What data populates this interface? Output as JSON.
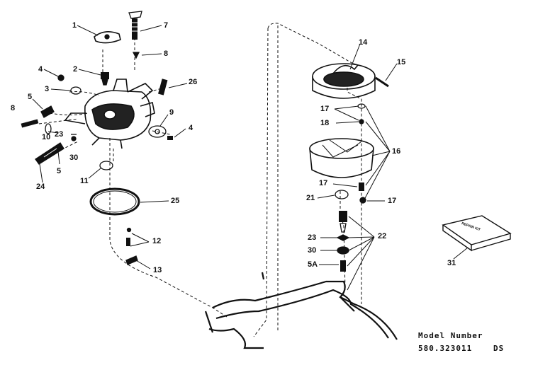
{
  "labels": {
    "p1": "1",
    "p7": "7",
    "p8": "8",
    "p4a": "4",
    "p2": "2",
    "p26": "26",
    "p3": "3",
    "p5a": "5",
    "p8b": "8",
    "p9": "9",
    "p4b": "4",
    "p10": "10",
    "p23a": "23",
    "p30a": "30",
    "p5b": "5",
    "p24": "24",
    "p11": "11",
    "p25": "25",
    "p12": "12",
    "p13": "13",
    "p14": "14",
    "p15": "15",
    "p17a": "17",
    "p18": "18",
    "p16": "16",
    "p17b": "17",
    "p17c": "17",
    "p21": "21",
    "p22": "22",
    "p23b": "23",
    "p30b": "30",
    "p5A": "5A",
    "p31": "31"
  },
  "kit_text": "REPAIR KIT",
  "model": {
    "line1": "Model Number",
    "line2": "580.323011",
    "suffix": "DS"
  }
}
